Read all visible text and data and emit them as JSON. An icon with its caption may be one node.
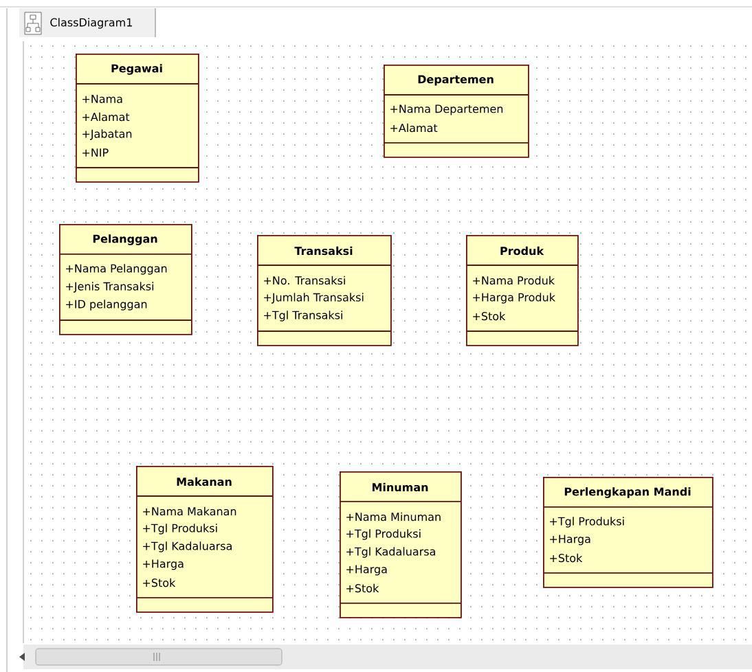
{
  "diagram": {
    "nodes": [
      {
        "text": [
          "Pegawai",
          "+Nama",
          "+Alamat",
          "+Jabatan",
          "+NIP"
        ]
      },
      {
        "text": [
          "Departemen",
          "+Nama Departemen",
          "+Alamat"
        ]
      },
      {
        "text": [
          "Pelanggan",
          "+Nama Pelanggan",
          "+Jenis Transaksi",
          "+ID pelanggan"
        ]
      },
      {
        "text": [
          "Transaksi",
          "+No. Transaksi",
          "+Jumlah Transaksi",
          "+Tgl Transaksi"
        ]
      },
      {
        "text": [
          "Produk",
          "+Nama Produk",
          "+Harga Produk",
          "+Stok"
        ]
      },
      {
        "text": [
          "Makanan",
          "+Nama Makanan",
          "+Tgl Produksi",
          "+Tgl Kadaluarsa",
          "+Harga",
          "+Stok"
        ]
      },
      {
        "text": [
          "Minuman",
          "+Nama Minuman",
          "+Tgl Produksi",
          "+Tgl Kadaluarsa",
          "+Harga",
          "+Stok"
        ]
      },
      {
        "text": [
          "Perlengkapan Mandi",
          "+Tgl Produksi",
          "+Harga",
          "+Stok"
        ]
      }
    ],
    "labels": [
      "ClassDiagram1"
    ]
  }
}
